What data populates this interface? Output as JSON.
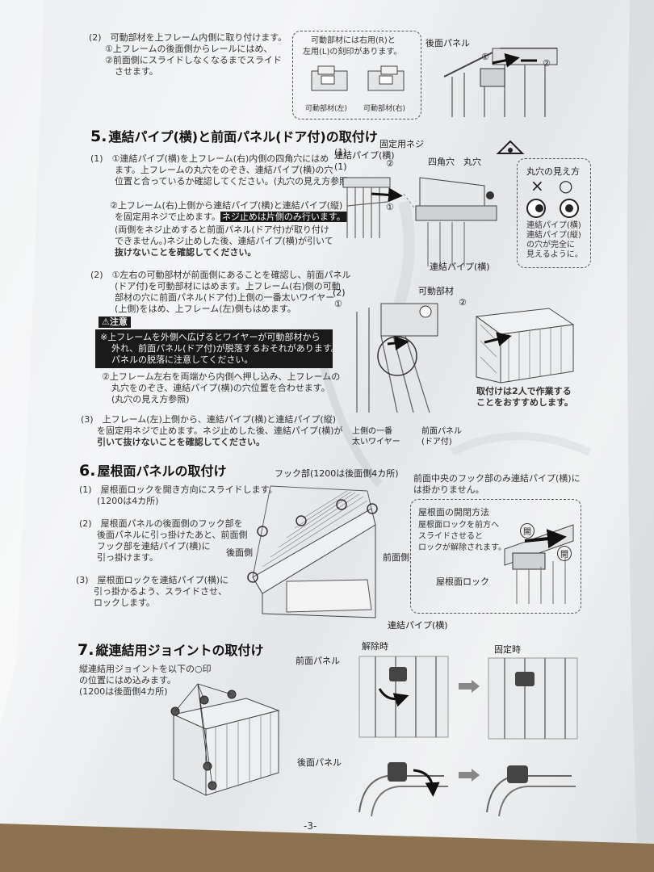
{
  "page_number": "-3-",
  "intro": {
    "step2_lines": [
      "(2)　可動部材を上フレーム内側に取り付けます。",
      "①上フレームの後面側からレールにはめ、",
      "②前面側にスライドしなくなるまでスライド",
      "させます。"
    ],
    "box_lines": [
      "可動部材には右用(R)と",
      "左用(L)の刻印があります。"
    ],
    "part_left": "可動部材(左)",
    "part_right": "可動部材(右)",
    "rear_panel": "後面パネル",
    "mark1": "①",
    "mark2": "②"
  },
  "sec5": {
    "num": "5.",
    "title": "連結パイプ(横)と前面パネル(ドア付)の取付け",
    "p1_lines": [
      "(1)　①連結パイプ(横)を上フレーム(右)内側の四角穴にはめ",
      "ます。上フレームの丸穴をのぞき、連結パイプ(横)の穴",
      "位置と合っているか確認してください。(丸穴の見え方参照)"
    ],
    "p1b_prefix": "②上フレーム(右)上側から連結パイプ(横)と連結パイプ(縦)",
    "p1b_line2": "を固定用ネジで止めます。",
    "p1b_highlight": "ネジ止めは片側のみ行います。",
    "p1b_lines": [
      "(両側をネジ止めすると前面パネル(ドア付)が取り付け",
      "できません。)ネジ止めした後、連結パイプ(横)が引いて",
      "抜けないことを確認してください。"
    ],
    "p2_lines": [
      "(2)　①左右の可動部材が前面側にあることを確認し、前面パネル",
      "(ドア付)を可動部材にはめます。上フレーム(右)側の可動",
      "部材の穴に前面パネル(ドア付)上側の一番太いワイヤー",
      "(上側)をはめ、上フレーム(左)側もはめます。"
    ],
    "caution": "⚠注意",
    "warning_lines": [
      "※上フレームを外側へ広げるとワイヤーが可動部材から",
      "外れ、前面パネル(ドア付)が脱落するおそれがあります。",
      "パネルの脱落に注意してください。"
    ],
    "p2b_lines": [
      "②上フレーム左右を両端から内側へ押し込み、上フレームの",
      "丸穴をのぞき、連結パイプ(横)の穴位置を合わせます。",
      "(丸穴の見え方参照)"
    ],
    "p3_lines": [
      "(3)　上フレーム(左)上側から、連結パイプ(横)と連結パイプ(縦)",
      "を固定用ネジで止めます。ネジ止めした後、連結パイプ(横)が",
      "引いて抜けないことを確認してください。"
    ],
    "lbl_pipe_h": "連結パイプ(横)",
    "lbl_screw": "固定用ネジ",
    "lbl_square": "四角穴",
    "lbl_round": "丸穴",
    "lbl_pipe_h2": "連結パイプ(横)",
    "lbl_view_title": "丸穴の見え方",
    "view_lines": [
      "連結パイプ(横)",
      "連結パイプ(縦)",
      "の穴が完全に",
      "見えるように。"
    ],
    "lbl_movable": "可動部材",
    "lbl_top_wire": [
      "上側の一番",
      "太いワイヤー"
    ],
    "lbl_front_panel": [
      "前面パネル",
      "(ドア付)"
    ],
    "two_person": [
      "取付けは2人で作業する",
      "ことをおすすめします。"
    ],
    "fig1": "(1)",
    "fig2": "(2)",
    "c1": "①",
    "c2": "②",
    "cross": "×",
    "circle": "○"
  },
  "sec6": {
    "num": "6.",
    "title": "屋根面パネルの取付け",
    "p1_lines": [
      "(1)　屋根面ロックを開き方向にスライドします。",
      "(1200は4カ所)"
    ],
    "p2_lines": [
      "(2)　屋根面パネルの後面側のフック部を",
      "後面パネルに引っ掛けたあと、前面側",
      "フック部を連結パイプ(横)に",
      "引っ掛けます。"
    ],
    "p3_lines": [
      "(3)　屋根面ロックを連結パイプ(横)に",
      "引っ掛かるよう、スライドさせ、",
      "ロックします。"
    ],
    "lbl_hook": "フック部(1200は後面側4カ所)",
    "lbl_front_center": [
      "前面中央のフック部のみ連結パイプ(横)に",
      "は掛かりません。"
    ],
    "lbl_rear": "後面側",
    "lbl_front": "前面側",
    "lbl_pipe": "連結パイプ(横)",
    "box_title": "屋根面の開閉方法",
    "box_lines": [
      "屋根面ロックを前方へ",
      "スライドさせると",
      "ロックが解除されます。"
    ],
    "lbl_lock": "屋根面ロック",
    "lbl_open": "開",
    "lbl_open2": "開"
  },
  "sec7": {
    "num": "7.",
    "title": "縦連結用ジョイントの取付け",
    "p_lines": [
      "縦連結用ジョイントを以下の○印",
      "の位置にはめ込みます。",
      "(1200は後面側4カ所)"
    ],
    "lbl_front_panel": "前面パネル",
    "lbl_release": "解除時",
    "lbl_fixed": "固定時",
    "lbl_rear_panel": "後面パネル"
  }
}
